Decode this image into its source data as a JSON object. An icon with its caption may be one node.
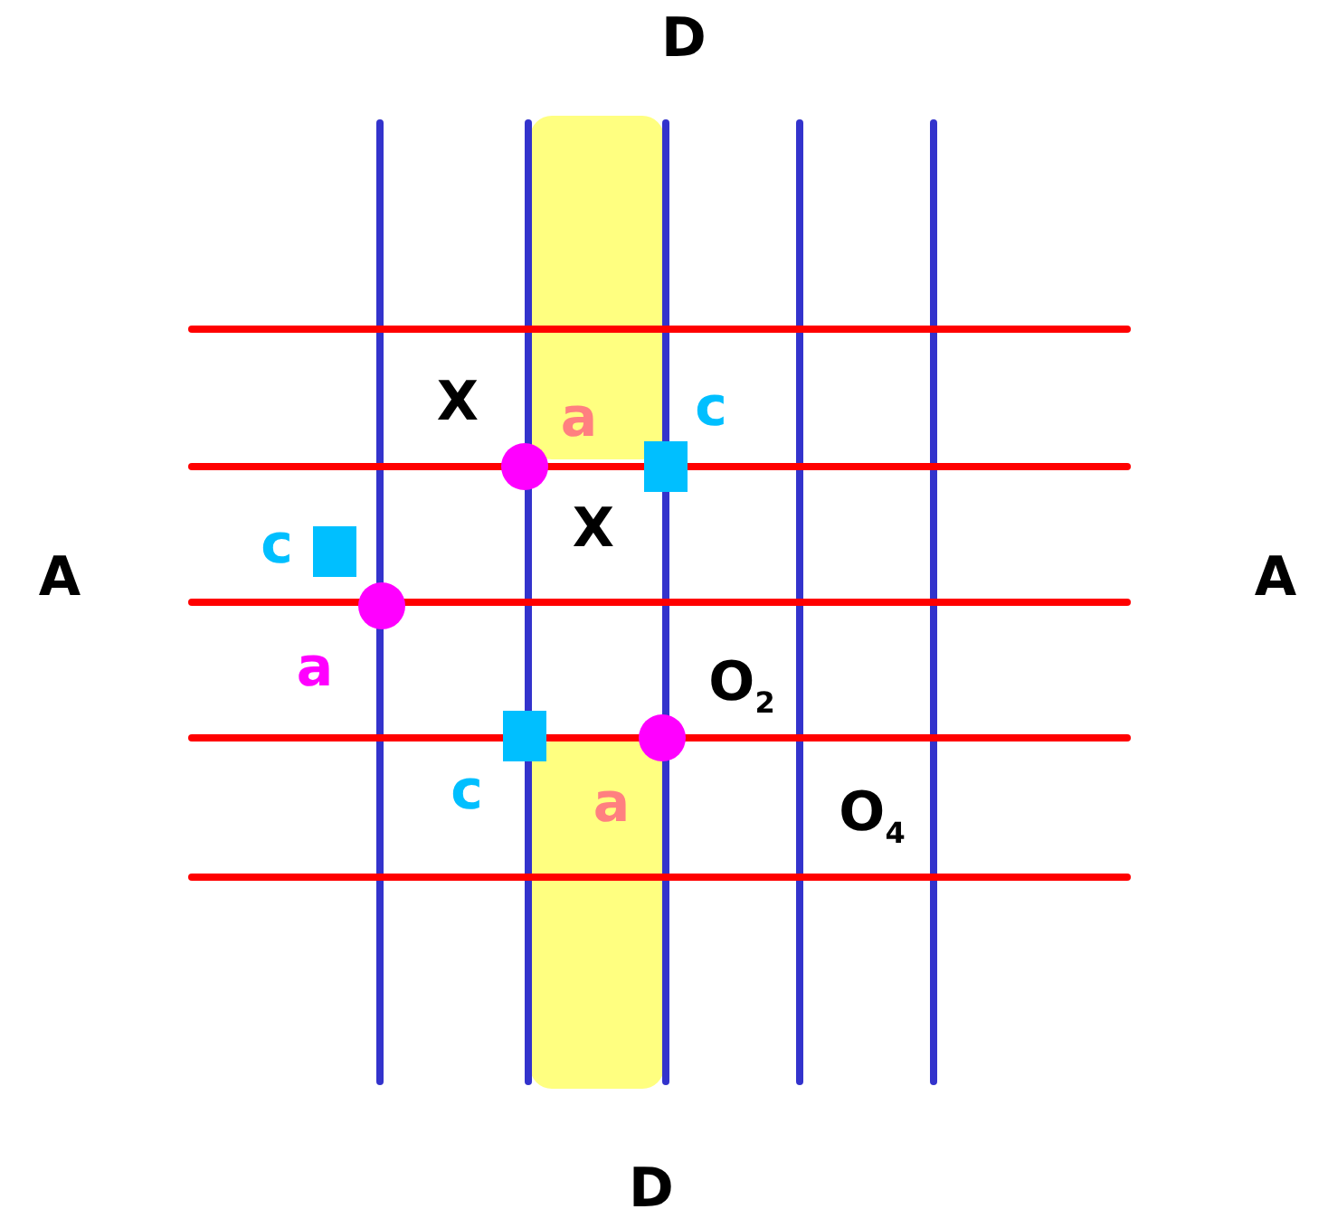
{
  "diagram": {
    "labels": [
      "D",
      "X",
      "a",
      "c",
      "X",
      "A",
      "c",
      "A",
      "a",
      "O$_{2}$",
      "c",
      "a",
      "O$_{4}$",
      "D"
    ]
  }
}
